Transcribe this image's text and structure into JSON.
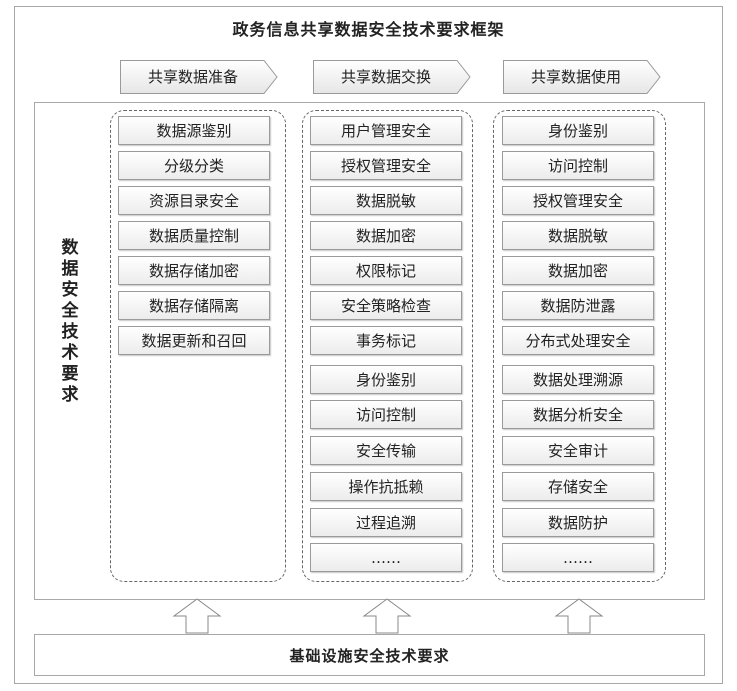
{
  "title": "政务信息共享数据安全技术要求框架",
  "stages": [
    "共享数据准备",
    "共享数据交换",
    "共享数据使用"
  ],
  "side_label": [
    "数",
    "据",
    "安",
    "全",
    "技",
    "术",
    "要",
    "求"
  ],
  "columns": [
    {
      "items": [
        "数据源鉴别",
        "分级分类",
        "资源目录安全",
        "数据质量控制",
        "数据存储加密",
        "数据存储隔离",
        "数据更新和召回"
      ]
    },
    {
      "items": [
        "用户管理安全",
        "授权管理安全",
        "数据脱敏",
        "数据加密",
        "权限标记",
        "安全策略检查",
        "事务标记",
        "身份鉴别",
        "访问控制",
        "安全传输",
        "操作抗抵赖",
        "过程追溯",
        "……"
      ]
    },
    {
      "items": [
        "身份鉴别",
        "访问控制",
        "授权管理安全",
        "数据脱敏",
        "数据加密",
        "数据防泄露",
        "分布式处理安全",
        "数据处理溯源",
        "数据分析安全",
        "安全审计",
        "存储安全",
        "数据防护",
        "……"
      ]
    }
  ],
  "base": "基础设施安全技术要求"
}
